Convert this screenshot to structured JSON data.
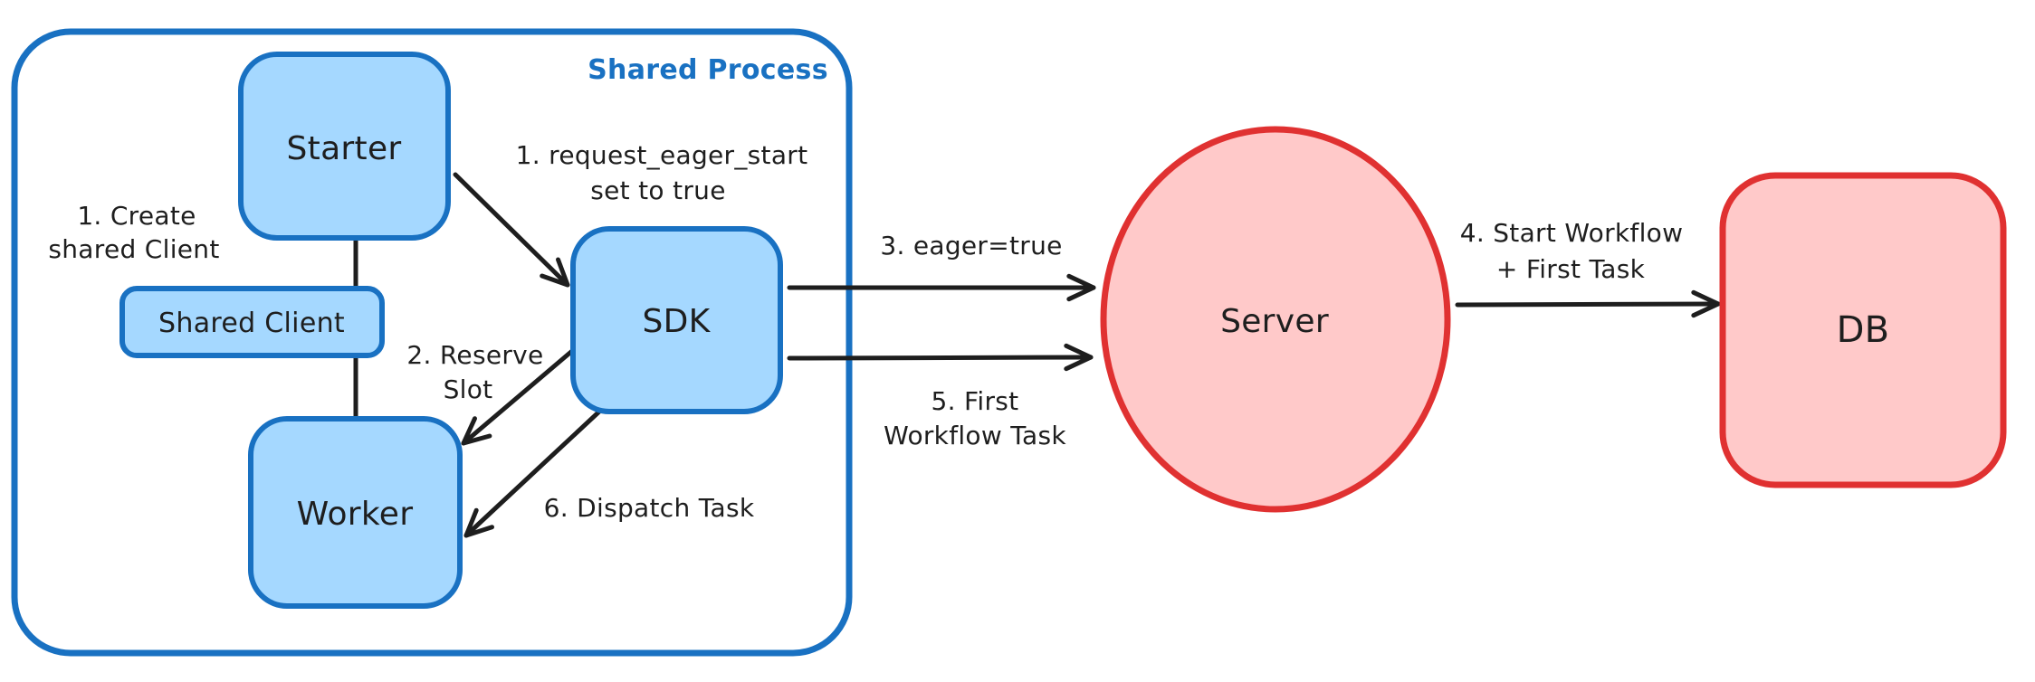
{
  "diagram": {
    "frame_label": "Shared Process",
    "nodes": {
      "starter": "Starter",
      "shared_client": "Shared Client",
      "worker": "Worker",
      "sdk": "SDK",
      "server": "Server",
      "db": "DB"
    },
    "annotations": {
      "create_shared_client": {
        "line1": "1. Create",
        "line2": "shared Client"
      },
      "request_eager_start": {
        "line1": "1. request_eager_start",
        "line2": "set to true"
      },
      "reserve_slot": {
        "line1": "2. Reserve",
        "line2": "Slot"
      },
      "eager_true": {
        "line1": "3. eager=true"
      },
      "start_workflow": {
        "line1": "4. Start Workflow",
        "line2": "+ First Task"
      },
      "first_workflow_task": {
        "line1": "5. First",
        "line2": "Workflow Task"
      },
      "dispatch_task": {
        "line1": "6. Dispatch Task"
      }
    },
    "colors": {
      "blue_stroke": "#1971c2",
      "blue_fill": "#a5d8ff",
      "red_stroke": "#e03131",
      "red_fill": "#ffc9c9",
      "ink": "#1e1e1e",
      "canvas": "#ffffff"
    }
  }
}
